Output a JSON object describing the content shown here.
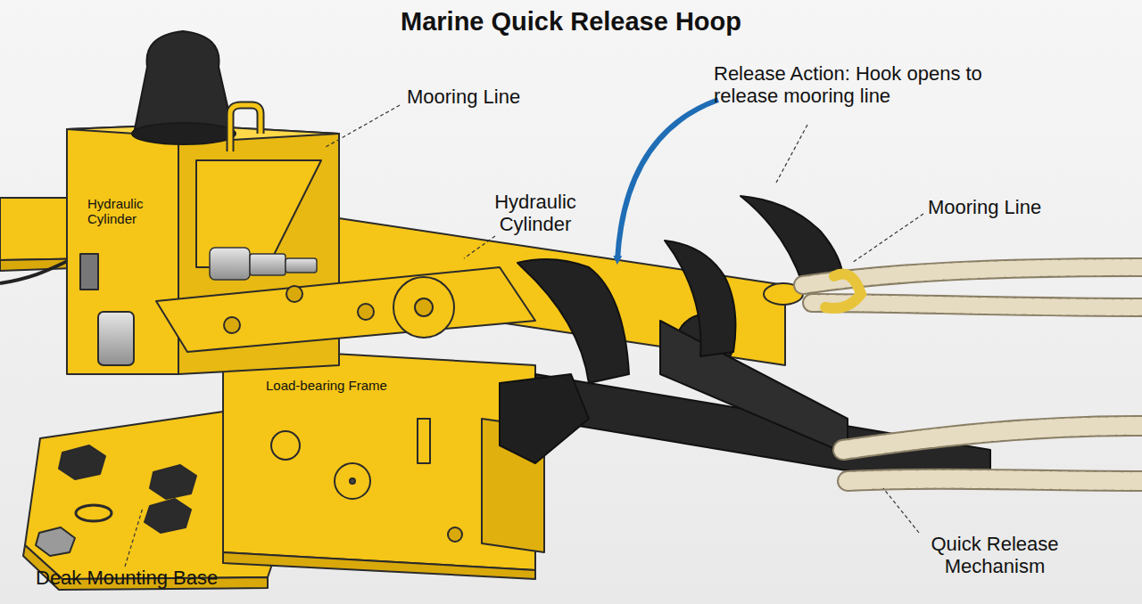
{
  "diagram": {
    "title": "Marine Quick Release Hoop",
    "labels": [
      "Mooring Line",
      "Release Action: Hook opens to release mooring line",
      "Hydraulic Cylinder",
      "Hydraulic Cylinder",
      "Mooring Line",
      "Load-bearing Frame",
      "Deak Mounting Base",
      "Quick Release Mechanism"
    ]
  }
}
